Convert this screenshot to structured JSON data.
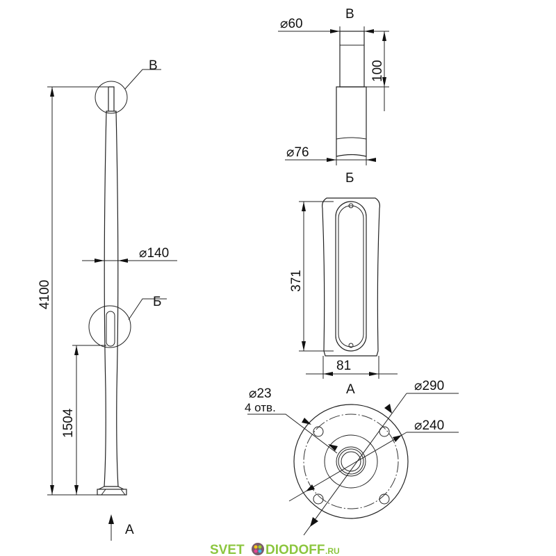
{
  "pole": {
    "height_label": "4100",
    "door_height_label": "1504",
    "diameter_label": "⌀140",
    "callout_top": "В",
    "callout_door": "Б",
    "view_arrow": "А"
  },
  "detail_b": {
    "title": "В",
    "top_diameter": "⌀60",
    "spigot_length": "100",
    "bottom_diameter": "⌀76",
    "footer": "Б"
  },
  "detail_door": {
    "height": "371",
    "width": "81",
    "footer": "А"
  },
  "flange": {
    "hole_diameter": "⌀23",
    "hole_count": "4 отв.",
    "outer_diameter": "⌀290",
    "bolt_circle": "⌀240"
  },
  "watermark": {
    "text_left": "SVET",
    "text_right": "DIODOFF",
    "suffix": ".RU"
  }
}
